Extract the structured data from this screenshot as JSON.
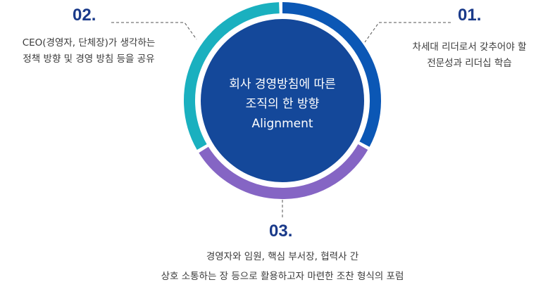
{
  "center": {
    "line1": "회사 경영방침에 따른",
    "line2": "조직의 한 방향",
    "line3": "Alignment"
  },
  "items": [
    {
      "number": "02.",
      "lines": [
        "CEO(경영자, 단체장)가 생각하는",
        "정책 방향 및 경영 방침 등을 공유"
      ],
      "color": "#1ab0bf"
    },
    {
      "number": "01.",
      "lines": [
        "차세대 리더로서 갖추어야 할",
        "전문성과 리더십 학습"
      ],
      "color": "#0b57b5"
    },
    {
      "number": "03.",
      "lines": [
        "경영자와 임원, 핵심 부서장, 협력사 간",
        "상호 소통하는 장 등으로 활용하고자 마련한 조찬 형식의 포럼"
      ],
      "color": "#8565c4"
    }
  ],
  "colors": {
    "center_fill": "#14489a",
    "number_text": "#1a3a8a"
  }
}
